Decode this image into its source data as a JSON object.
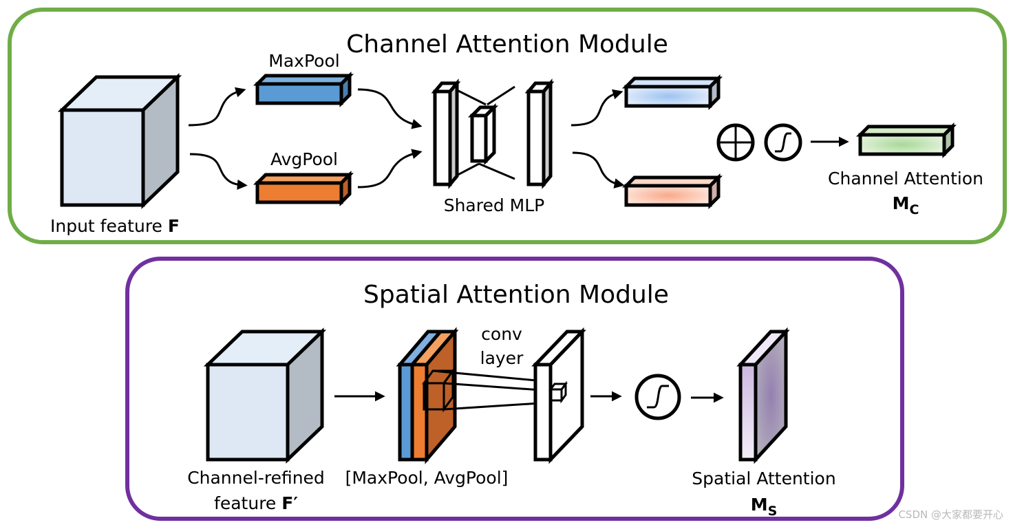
{
  "channel_module": {
    "title": "Channel Attention Module",
    "border_color": "#70ad47",
    "input_label": "Input feature ",
    "input_symbol": "F",
    "maxpool_label": "MaxPool",
    "avgpool_label": "AvgPool",
    "mlp_label": "Shared MLP",
    "output_label": "Channel Attention",
    "output_symbol": "M",
    "output_subscript": "C",
    "colors": {
      "maxpool": "#5b9bd5",
      "avgpool": "#ed7d31",
      "mlp_out_max": "#a9c8f0",
      "mlp_out_avg": "#f8b59a",
      "attention": "#b5dca5"
    }
  },
  "spatial_module": {
    "title": "Spatial Attention Module",
    "border_color": "#7030a0",
    "input_label_line1": "Channel-refined",
    "input_label_line2": "feature ",
    "input_symbol": "F′",
    "pool_label": "[MaxPool, AvgPool]",
    "conv_label_line1": "conv",
    "conv_label_line2": "layer",
    "output_label": "Spatial Attention",
    "output_symbol": "M",
    "output_subscript": "S"
  },
  "operators": {
    "sum": "element-wise-sum",
    "sigmoid": "sigmoid"
  },
  "watermark": "CSDN @大家都要开心"
}
